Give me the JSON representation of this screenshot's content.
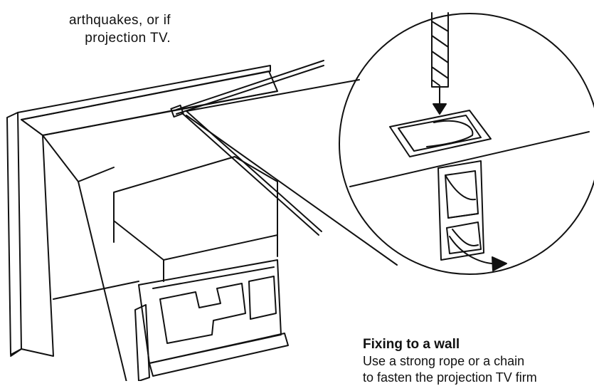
{
  "intro_text": {
    "line1": "arthquakes, or if",
    "line2": "projection TV."
  },
  "caption": {
    "heading": "Fixing to a wall",
    "line1": "Use a strong rope or a chain",
    "line2": "to fasten the projection TV firm"
  },
  "colors": {
    "ink": "#111111",
    "paper": "#ffffff"
  }
}
